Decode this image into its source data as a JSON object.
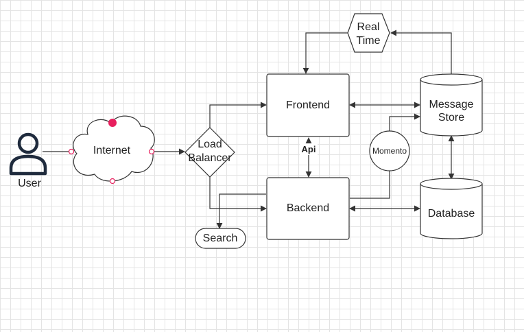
{
  "diagram": {
    "nodes": {
      "user": "User",
      "internet": "Internet",
      "load_balancer": [
        "Load",
        "Balancer"
      ],
      "frontend": "Frontend",
      "backend": "Backend",
      "search": "Search",
      "real_time": [
        "Real",
        "Time"
      ],
      "message_store": [
        "Message",
        "Store"
      ],
      "database": "Database",
      "momento": "Momento"
    },
    "edge_labels": {
      "api": "Api"
    }
  },
  "colors": {
    "line": "#333333",
    "handle": "#e8205e",
    "grid": "#e4e4e4"
  }
}
